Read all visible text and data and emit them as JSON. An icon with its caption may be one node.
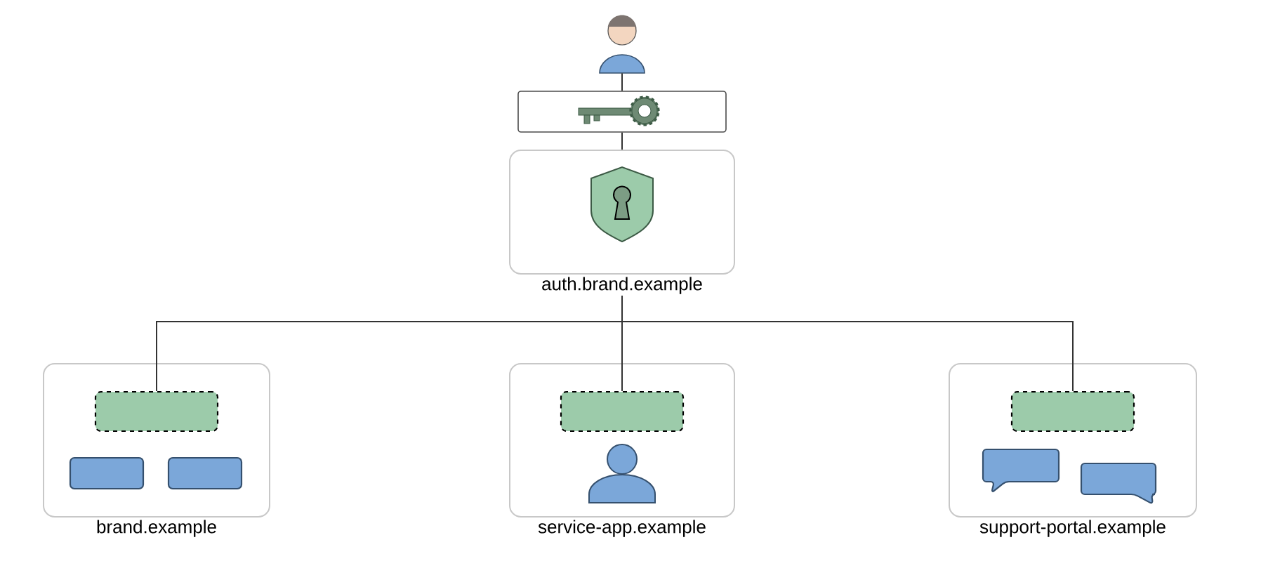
{
  "diagram": {
    "nodes": [
      {
        "text": [],
        "shape": "person"
      },
      {
        "text": [],
        "shape": "box"
      },
      {
        "text": [
          "auth.brand.example"
        ]
      },
      {
        "text": [
          "brand.example"
        ]
      },
      {
        "text": [],
        "shape": "box",
        "in": 3
      },
      {
        "text": [
          "service-app.example"
        ]
      },
      {
        "text": [],
        "shape": "box",
        "in": 5
      },
      {
        "text": [
          "support-portal.example"
        ]
      },
      {
        "text": [],
        "shape": "box",
        "in": 7
      }
    ],
    "edges": [
      {
        "from": 0,
        "to": 1,
        "arrow": "none"
      },
      {
        "from": 1,
        "to": 2,
        "arrow": "none"
      },
      {
        "from": 2,
        "to": 4,
        "arrow": "none"
      },
      {
        "from": 2,
        "to": 6,
        "arrow": "none"
      },
      {
        "from": 2,
        "to": 8,
        "arrow": "none"
      }
    ]
  }
}
